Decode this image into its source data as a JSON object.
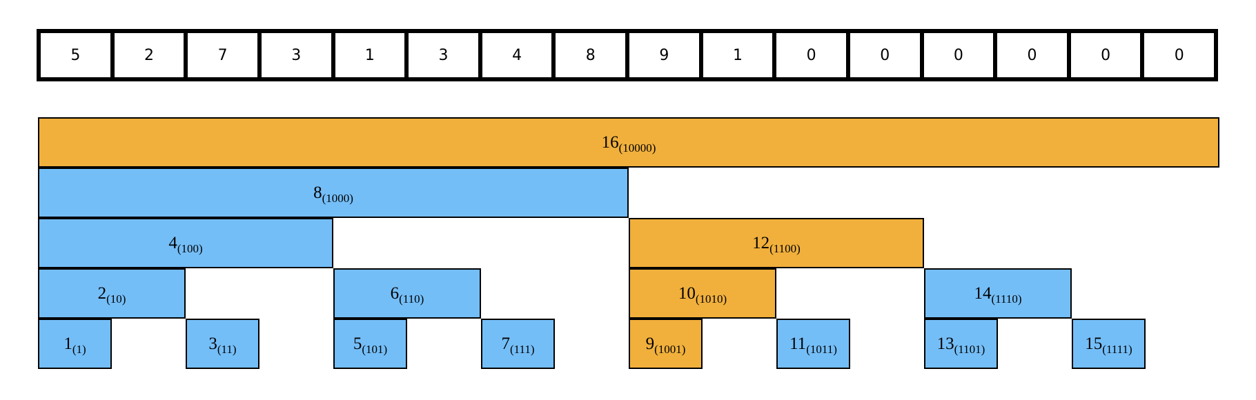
{
  "colors": {
    "blue": "#74bef8",
    "orange": "#f1b03c",
    "border": "#000000"
  },
  "array": [
    "5",
    "2",
    "7",
    "3",
    "1",
    "3",
    "4",
    "8",
    "9",
    "1",
    "0",
    "0",
    "0",
    "0",
    "0",
    "0"
  ],
  "nodes": [
    {
      "index": "16",
      "binary": "(10000)",
      "color": "orange",
      "row": 0,
      "start": 1,
      "span": 16
    },
    {
      "index": "8",
      "binary": "(1000)",
      "color": "blue",
      "row": 1,
      "start": 1,
      "span": 8
    },
    {
      "index": "4",
      "binary": "(100)",
      "color": "blue",
      "row": 2,
      "start": 1,
      "span": 4
    },
    {
      "index": "12",
      "binary": "(1100)",
      "color": "orange",
      "row": 2,
      "start": 9,
      "span": 4
    },
    {
      "index": "2",
      "binary": "(10)",
      "color": "blue",
      "row": 3,
      "start": 1,
      "span": 2
    },
    {
      "index": "6",
      "binary": "(110)",
      "color": "blue",
      "row": 3,
      "start": 5,
      "span": 2
    },
    {
      "index": "10",
      "binary": "(1010)",
      "color": "orange",
      "row": 3,
      "start": 9,
      "span": 2
    },
    {
      "index": "14",
      "binary": "(1110)",
      "color": "blue",
      "row": 3,
      "start": 13,
      "span": 2
    },
    {
      "index": "1",
      "binary": "(1)",
      "color": "blue",
      "row": 4,
      "start": 1,
      "span": 1
    },
    {
      "index": "3",
      "binary": "(11)",
      "color": "blue",
      "row": 4,
      "start": 3,
      "span": 1
    },
    {
      "index": "5",
      "binary": "(101)",
      "color": "blue",
      "row": 4,
      "start": 5,
      "span": 1
    },
    {
      "index": "7",
      "binary": "(111)",
      "color": "blue",
      "row": 4,
      "start": 7,
      "span": 1
    },
    {
      "index": "9",
      "binary": "(1001)",
      "color": "orange",
      "row": 4,
      "start": 9,
      "span": 1
    },
    {
      "index": "11",
      "binary": "(1011)",
      "color": "blue",
      "row": 4,
      "start": 11,
      "span": 1
    },
    {
      "index": "13",
      "binary": "(1101)",
      "color": "blue",
      "row": 4,
      "start": 13,
      "span": 1
    },
    {
      "index": "15",
      "binary": "(1111)",
      "color": "blue",
      "row": 4,
      "start": 15,
      "span": 1
    }
  ]
}
